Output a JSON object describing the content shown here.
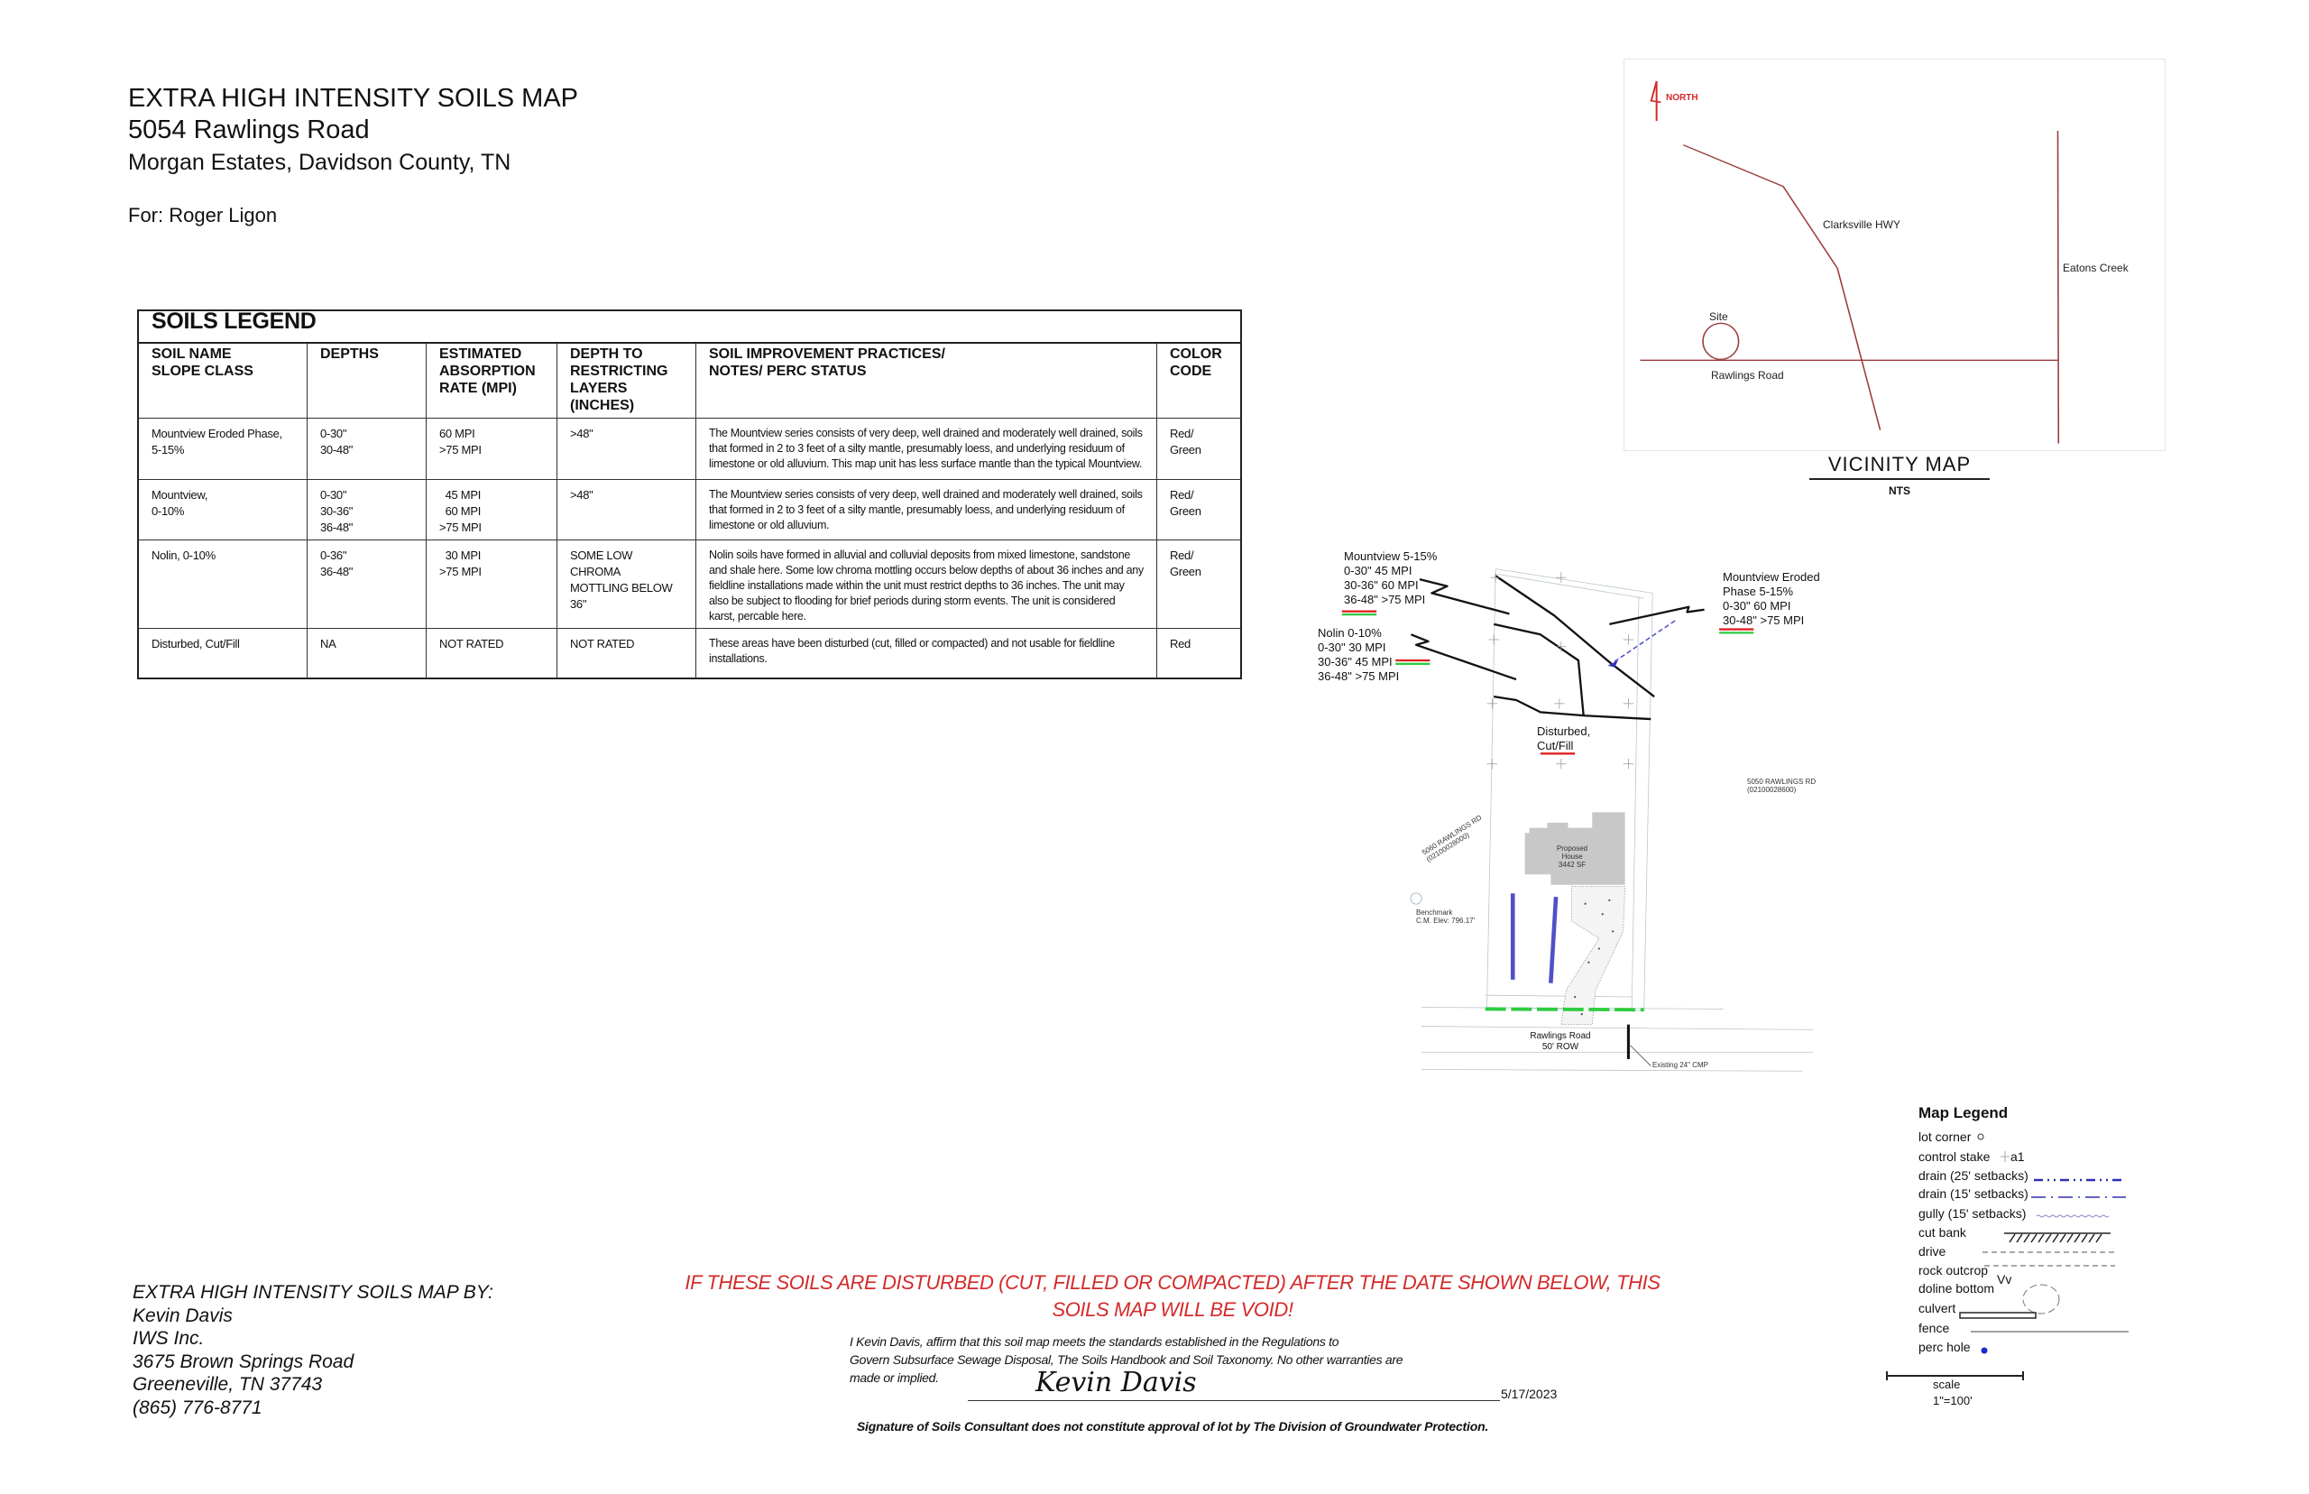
{
  "header": {
    "title": "EXTRA HIGH INTENSITY SOILS MAP",
    "address": "5054 Rawlings Road",
    "location": "Morgan Estates, Davidson County, TN",
    "client": "For:  Roger Ligon"
  },
  "soils_legend": {
    "title": "SOILS LEGEND",
    "columns": [
      [
        "SOIL NAME",
        "SLOPE CLASS"
      ],
      [
        "DEPTHS"
      ],
      [
        "ESTIMATED",
        "ABSORPTION",
        "RATE (MPI)"
      ],
      [
        "DEPTH TO",
        "RESTRICTING",
        "LAYERS",
        "(INCHES)"
      ],
      [
        "SOIL IMPROVEMENT PRACTICES/",
        "NOTES/ PERC STATUS"
      ],
      [
        "COLOR",
        "CODE"
      ]
    ],
    "rows": [
      {
        "name": [
          "Mountview Eroded Phase,",
          "5-15%"
        ],
        "depths": [
          "0-30\"",
          "30-48\""
        ],
        "rate": [
          "60 MPI",
          ">75 MPI"
        ],
        "restricting": [
          ">48\""
        ],
        "notes": "The Mountview series consists of very deep, well drained and moderately well drained, soils that formed in 2 to 3 feet of a silty mantle, presumably loess, and underlying residuum of limestone or old alluvium.  This map unit has less surface mantle than the typical Mountview.",
        "color": [
          "Red/",
          "Green"
        ]
      },
      {
        "name": [
          "Mountview,",
          "0-10%"
        ],
        "depths": [
          "0-30\"",
          "30-36\"",
          "36-48\""
        ],
        "rate": [
          "  45 MPI",
          "  60 MPI",
          ">75 MPI"
        ],
        "restricting": [
          ">48\""
        ],
        "notes": "The Mountview series consists of very deep, well drained and moderately well drained, soils that formed in 2 to 3 feet of a silty mantle, presumably loess, and underlying residuum of limestone or old alluvium.",
        "color": [
          "Red/",
          "Green"
        ]
      },
      {
        "name": [
          "Nolin, 0-10%"
        ],
        "depths": [
          "0-36\"",
          "36-48\""
        ],
        "rate": [
          "  30 MPI",
          ">75 MPI"
        ],
        "restricting": [
          "SOME LOW",
          "CHROMA",
          "MOTTLING BELOW",
          "36\""
        ],
        "notes": "Nolin soils have formed in alluvial and colluvial deposits from mixed limestone, sandstone and shale here.  Some low chroma mottling occurs below depths of about 36 inches and any fieldline installations made within the unit must restrict depths to 36 inches.  The unit may also be subject to flooding for brief periods during storm events.  The unit is considered karst, percable here.",
        "color": [
          "Red/",
          "Green"
        ]
      },
      {
        "name": [
          "Disturbed, Cut/Fill"
        ],
        "depths": [
          "NA"
        ],
        "rate": [
          "NOT RATED"
        ],
        "restricting": [
          "NOT RATED"
        ],
        "notes": "These areas have been disturbed (cut, filled or compacted) and not usable for fieldline installations.",
        "color": [
          "Red"
        ]
      }
    ]
  },
  "vicinity_map": {
    "north": "NORTH",
    "highway": "Clarksville HWY",
    "creek": "Eatons Creek",
    "site": "Site",
    "road": "Rawlings Road",
    "title": "VICINITY  MAP",
    "scale_note": "NTS",
    "line_color": "#9b3b3b",
    "north_color": "#d42a2a"
  },
  "site_plan": {
    "mountview_515": [
      "Mountview 5-15%",
      "0-30\" 45 MPI",
      "30-36\" 60 MPI",
      "36-48\" >75 MPI"
    ],
    "mountview_eroded": [
      "Mountview Eroded",
      "Phase  5-15%",
      "0-30\" 60 MPI",
      "30-48\" >75 MPI"
    ],
    "nolin": [
      "Nolin 0-10%",
      "0-30\" 30 MPI",
      "30-36\" 45 MPI",
      "36-48\" >75 MPI"
    ],
    "disturbed": [
      "Disturbed,",
      "Cut/Fill"
    ],
    "neighbor_right": [
      "5050 RAWLINGS RD",
      "(02100028600)"
    ],
    "neighbor_left": [
      "5060 RAWLINGS RD",
      "(02100028000)"
    ],
    "house": [
      "Proposed",
      "House",
      "3442 SF"
    ],
    "benchmark": [
      "Benchmark",
      "C.M.  Elev: 796.17'"
    ],
    "road": [
      "Rawlings Road",
      "50' ROW"
    ],
    "culvert": "Existing 24\"  CMP",
    "colors": {
      "red": "#e02020",
      "green": "#2ecc40",
      "drain_blue": "#5050c8",
      "house_gray": "#c8c8c8"
    }
  },
  "map_legend": {
    "title": "Map Legend",
    "items": [
      "lot corner",
      "control stake",
      "drain (25' setbacks)",
      "drain (15' setbacks)",
      "gully  (15' setbacks)",
      "cut bank",
      "drive",
      "rock outcrop",
      "doline bottom",
      "culvert",
      "fence",
      "perc hole"
    ],
    "stake_label": "a1",
    "rock_symbol": "Vv",
    "scale_label": "scale",
    "scale_value": "1\"=100'"
  },
  "preparer": {
    "lines": [
      "EXTRA HIGH INTENSITY SOILS MAP BY:",
      "Kevin Davis",
      "IWS Inc.",
      "3675 Brown Springs Road",
      "Greeneville, TN 37743",
      "(865) 776-8771"
    ]
  },
  "warning": {
    "line1": "IF THESE SOILS ARE DISTURBED (CUT, FILLED OR COMPACTED) AFTER THE DATE SHOWN BELOW, THIS",
    "line2": "SOILS MAP WILL BE VOID!"
  },
  "affirmation": {
    "lines": [
      "I Kevin Davis, affirm that this soil map meets the standards established in the Regulations to",
      "Govern Subsurface Sewage Disposal, The Soils Handbook and Soil Taxonomy.  No other warranties are",
      "made or implied."
    ],
    "signature": "Kevin Davis",
    "date": "5/17/2023",
    "disclaimer": "Signature of Soils Consultant does not constitute approval of lot by The Division of Groundwater Protection."
  }
}
